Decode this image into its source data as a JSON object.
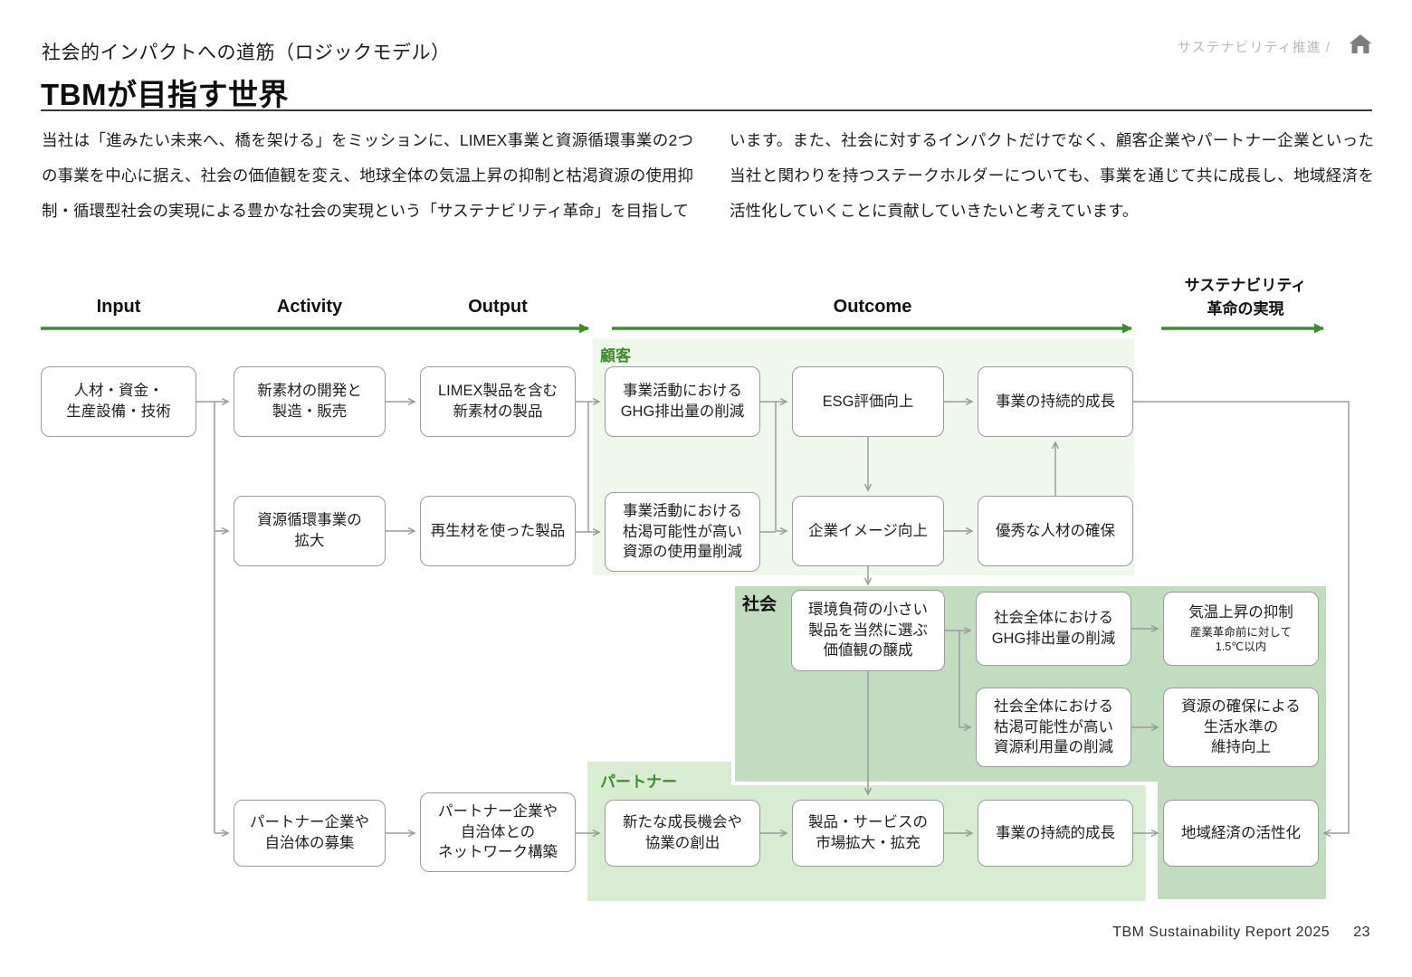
{
  "page": {
    "breadcrumb": "サステナビリティ推進 /",
    "eyebrow": "社会的インパクトへの道筋（ロジックモデル）",
    "title": "TBMが目指す世界",
    "intro_left": "当社は「進みたい未来へ、橋を架ける」をミッションに、LIMEX事業と資源循環事業の2つの事業を中心に据え、社会の価値観を変え、地球全体の気温上昇の抑制と枯渇資源の使用抑制・循環型社会の実現による豊かな社会の実現という「サステナビリティ革命」を目指して",
    "intro_right": "います。また、社会に対するインパクトだけでなく、顧客企業やパートナー企業といった当社と関わりを持つステークホルダーについても、事業を通じて共に成長し、地域経済を活性化していくことに貢献していきたいと考えています。",
    "footer": "TBM Sustainability Report 2025",
    "page_number": "23"
  },
  "diagram": {
    "stages": {
      "input": "Input",
      "activity": "Activity",
      "output": "Output",
      "outcome": "Outcome",
      "goal": "サステナビリティ\n革命の実現"
    },
    "regions": {
      "customer": "顧客",
      "society": "社会",
      "partner": "パートナー"
    },
    "boxes": {
      "input1": "人材・資金・\n生産設備・技術",
      "act1": "新素材の開発と\n製造・販売",
      "act2": "資源循環事業の\n拡大",
      "act3": "パートナー企業や\n自治体の募集",
      "out1": "LIMEX製品を含む\n新素材の製品",
      "out2": "再生材を使った製品",
      "out3": "パートナー企業や\n自治体との\nネットワーク構築",
      "cust_ghg": "事業活動における\nGHG排出量の削減",
      "cust_resource": "事業活動における\n枯渇可能性が高い\n資源の使用量削減",
      "esg": "ESG評価向上",
      "corp_image": "企業イメージ向上",
      "growth_customer": "事業の持続的成長",
      "talent": "優秀な人材の確保",
      "values": "環境負荷の小さい\n製品を当然に選ぶ\n価値観の醸成",
      "soc_ghg": "社会全体における\nGHG排出量の削減",
      "temp_main": "気温上昇の抑制",
      "temp_sub": "産業革命前に対して\n1.5℃以内",
      "soc_resource": "社会全体における\n枯渇可能性が高い\n資源利用量の削減",
      "living": "資源の確保による\n生活水準の\n維持向上",
      "partner1": "新たな成長機会や\n協業の創出",
      "partner2": "製品・サービスの\n市場拡大・拡充",
      "partner3": "事業の持続的成長",
      "partner4": "地域経済の活性化"
    }
  },
  "colors": {
    "accent_green": "#3E8C2B",
    "customer_bg": "#F0F7EC",
    "society_bg": "#C2DCC0",
    "partner_bg": "#D8ECD2",
    "connector_gray": "#979C98"
  }
}
